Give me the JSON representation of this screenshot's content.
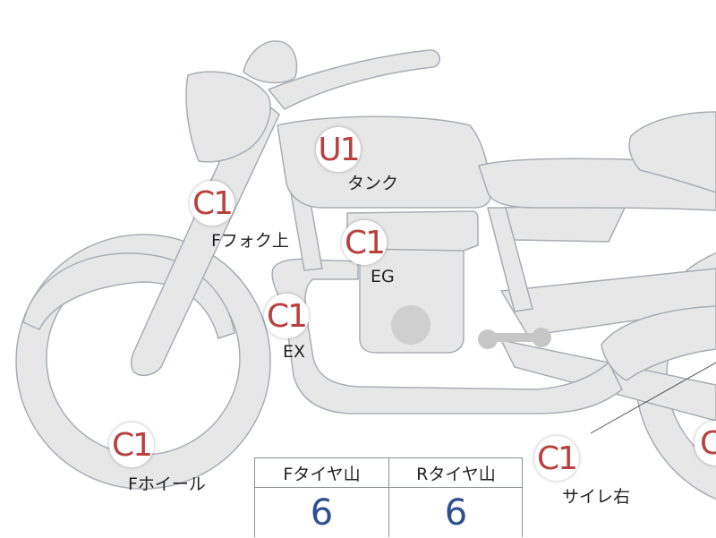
{
  "colors": {
    "outline": "#a8adb5",
    "body_fill": "#e7e7e7",
    "badge_text": "#b8413f",
    "value_text": "#2f4f8f"
  },
  "markers": [
    {
      "id": "tank",
      "code": "U1",
      "label": "タンク"
    },
    {
      "id": "fork-upper",
      "code": "C1",
      "label": "Fフォク上"
    },
    {
      "id": "engine",
      "code": "C1",
      "label": "EG"
    },
    {
      "id": "exhaust",
      "code": "C1",
      "label": "EX"
    },
    {
      "id": "front-wheel",
      "code": "C1",
      "label": "Fホイール"
    },
    {
      "id": "silencer-right",
      "code": "C1",
      "label": "サイレ右"
    },
    {
      "id": "rear-wheel",
      "code": "C"
    }
  ],
  "tire_tread": {
    "front_header": "Fタイヤ山",
    "front_value": "6",
    "rear_header": "Rタイヤ山",
    "rear_value": "6"
  }
}
